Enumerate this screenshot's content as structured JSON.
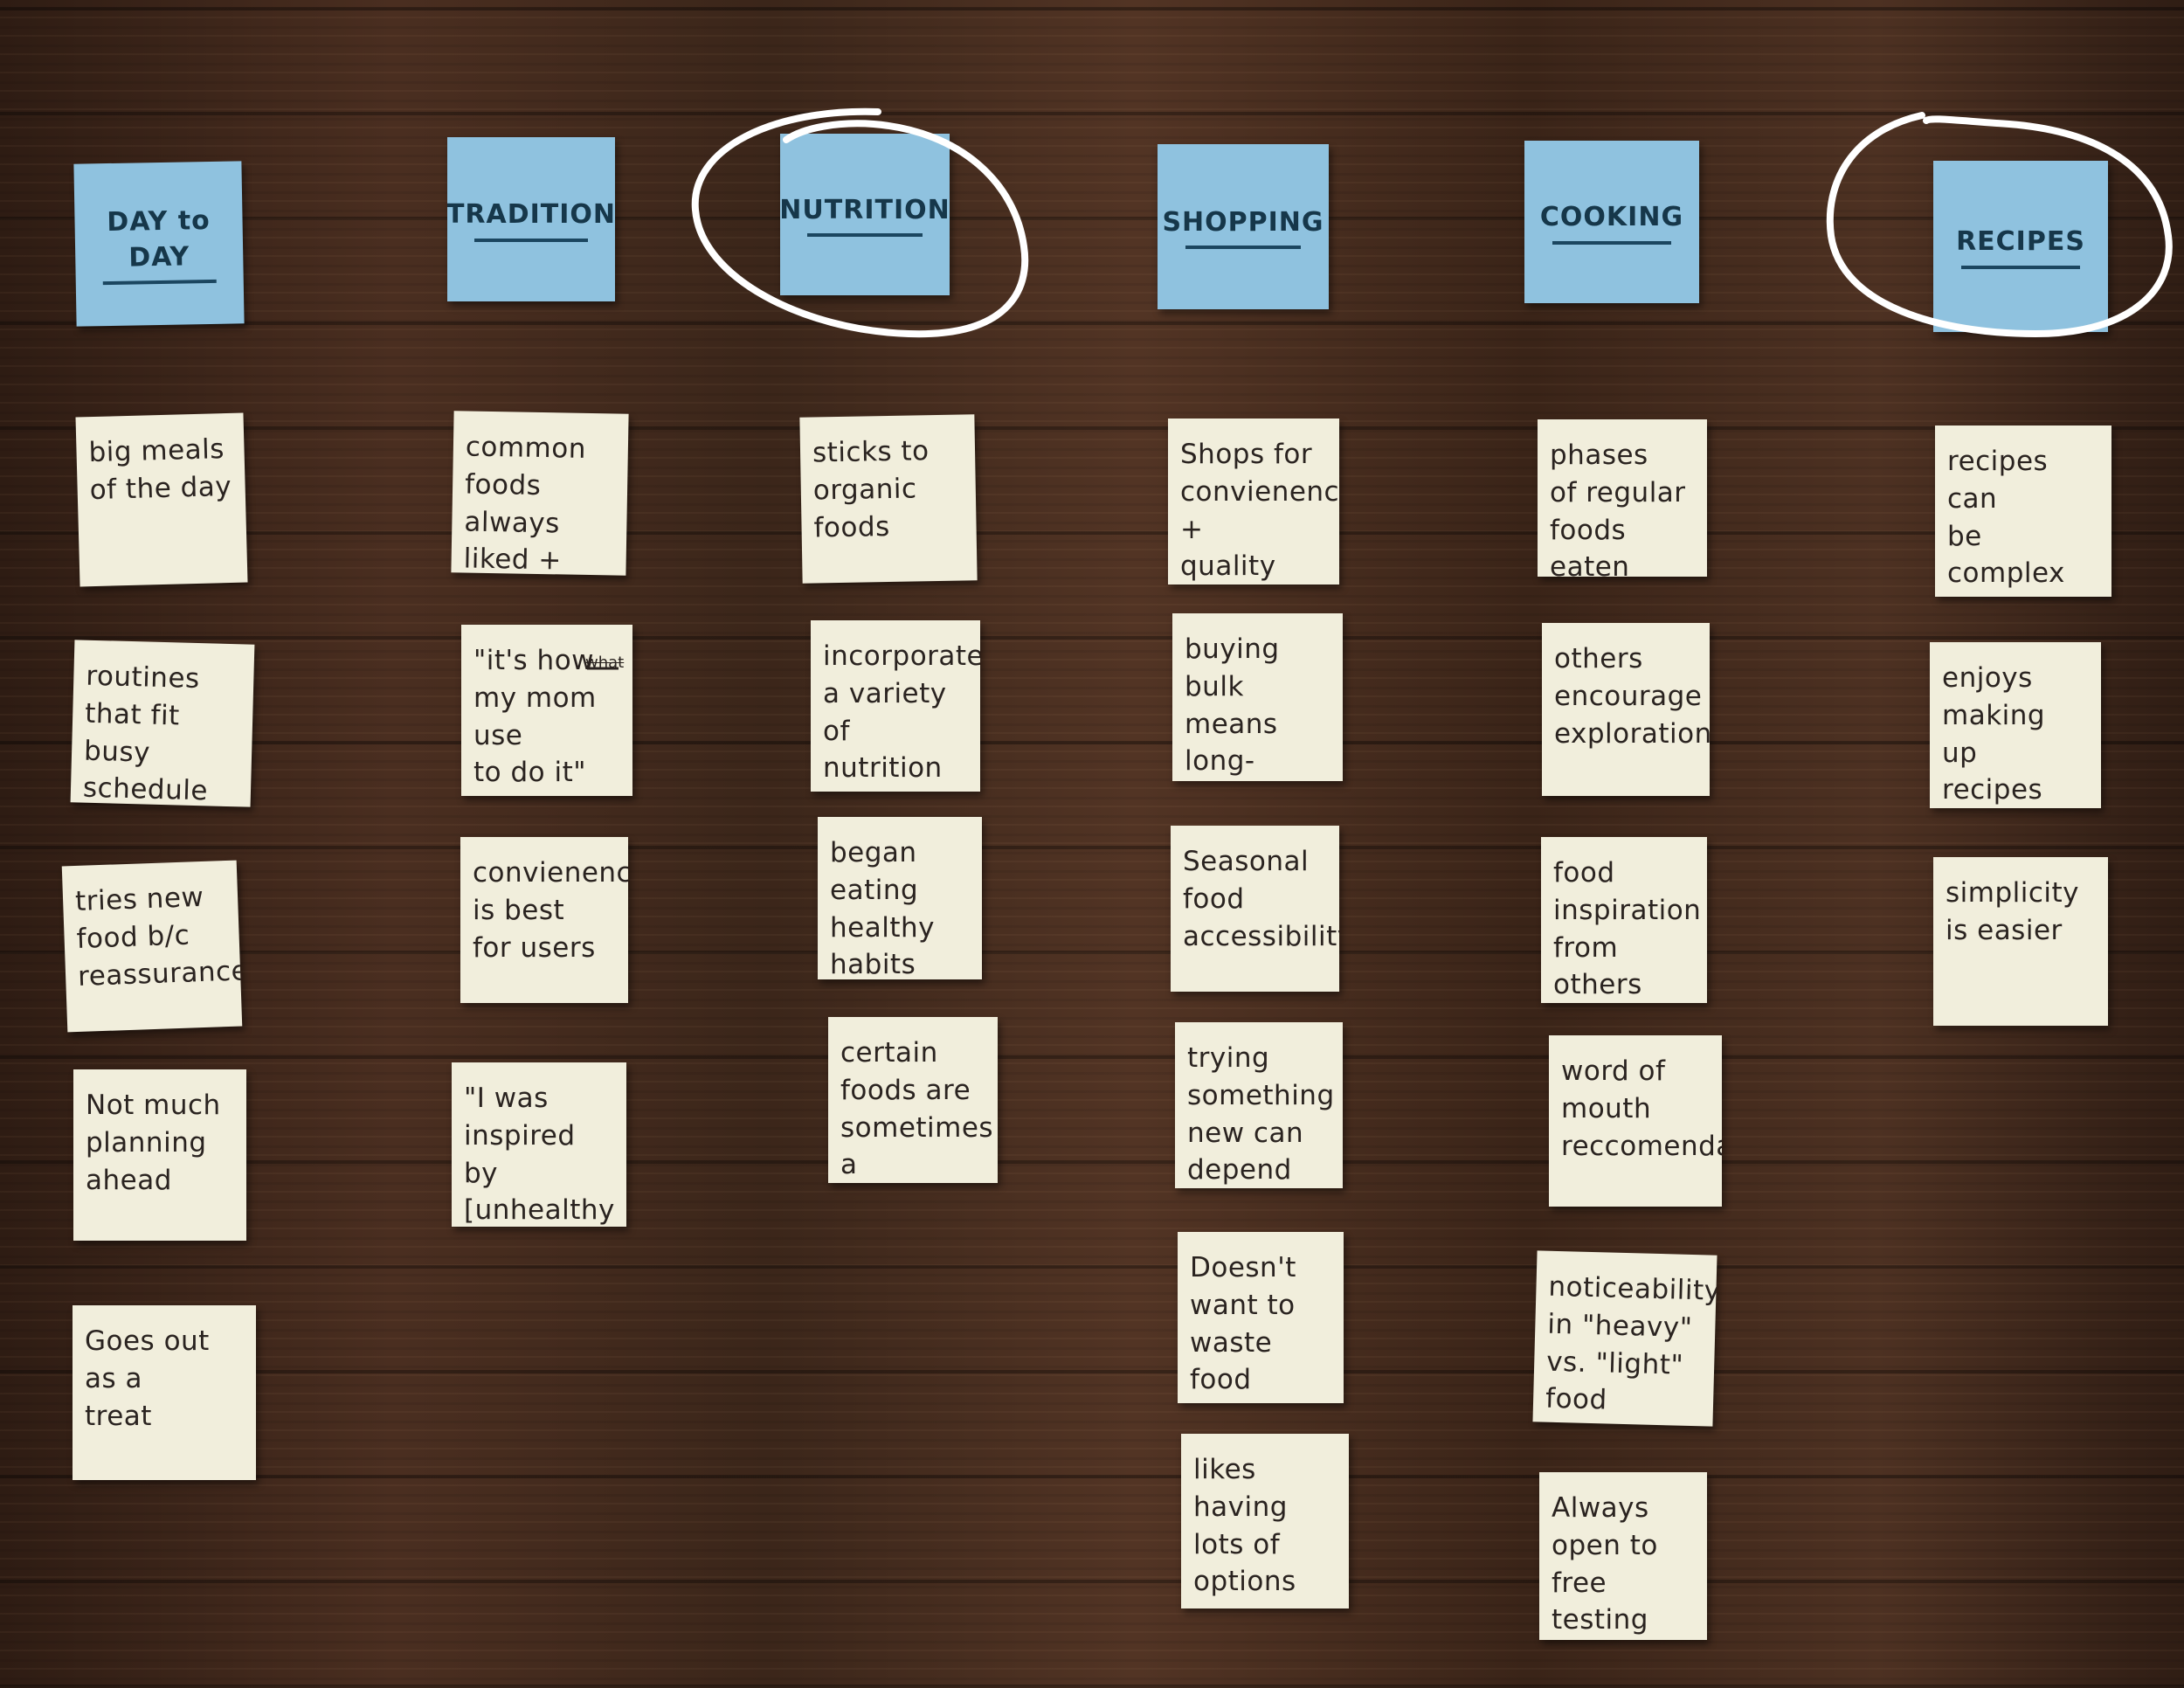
{
  "colors": {
    "header_note": "#8fc2df",
    "item_note": "#f1eedc",
    "ink": "#2a2320",
    "circle": "#ffffff",
    "wood": "#3a2419"
  },
  "headers": [
    "DAY to DAY",
    "TRADITION",
    "NUTRITION",
    "SHOPPING",
    "COOKING",
    "RECIPES"
  ],
  "circled": [
    "NUTRITION",
    "RECIPES"
  ],
  "notes": {
    "day_to_day": [
      "big meals\nof the day",
      "routines\nthat fit\nbusy schedule",
      "tries new\nfood b/c\nreassurance",
      "Not much\nplanning\nahead",
      "Goes out\nas a\ntreat"
    ],
    "tradition": [
      "common\nfoods always\nliked + used",
      "\"it's how\nmy mom use\nto do it\"",
      "convienence\nis best\nfor users",
      "\"I was\ninspired by\n[unhealthy\neating habits]\""
    ],
    "tradition_strikethrough_word": "what",
    "nutrition": [
      "sticks to\norganic\nfoods",
      "incorporates\na variety\nof nutrition",
      "began\neating healthy\nhabits when\nyoung",
      "certain\nfoods are\nsometimes\na necessity"
    ],
    "shopping": [
      "Shops for\nconvienence\n+\nquality",
      "buying bulk\nmeans long-\nterm use",
      "Seasonal\nfood\naccessibility",
      "trying\nsomething\nnew can\ndepend on price",
      "Doesn't\nwant to\nwaste\nfood",
      "likes having\nlots of\noptions"
    ],
    "cooking": [
      "phases\nof regular\nfoods eaten",
      "others\nencourage\nexploration",
      "food\ninspiration\nfrom others",
      "word of\nmouth\nreccomendation",
      "noticeability\nin \"heavy\"\nvs. \"light\" food",
      "Always\nopen to free\ntesting"
    ],
    "recipes": [
      "recipes can\nbe complex",
      "enjoys\nmaking up\nrecipes",
      "simplicity\nis easier"
    ]
  }
}
